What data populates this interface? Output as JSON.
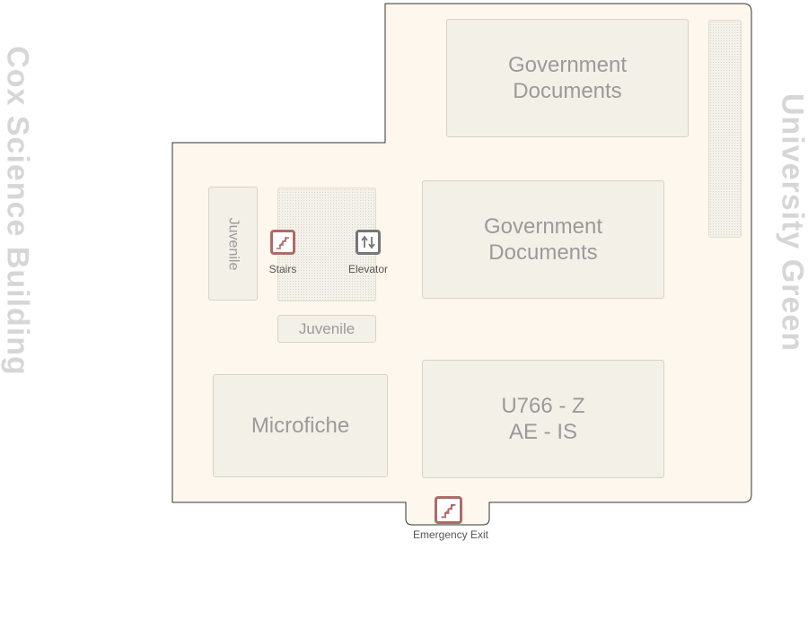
{
  "surroundings": {
    "west": "Cox Science Building",
    "east": "University Green"
  },
  "rooms": {
    "gov_docs_upper": "Government\nDocuments",
    "gov_docs_lower": "Government\nDocuments",
    "juvenile_vertical": "Juvenile",
    "juvenile_horizontal": "Juvenile",
    "microfiche": "Microfiche",
    "call_range": "U766 - Z\nAE - IS"
  },
  "icons": {
    "stairs": {
      "label": "Stairs",
      "icon": "stairs-icon"
    },
    "elevator": {
      "label": "Elevator",
      "icon": "elevator-icon"
    },
    "emergency_exit": {
      "label": "Emergency Exit",
      "icon": "stairs-icon"
    }
  },
  "colors": {
    "floor_fill": "#fdf7ee",
    "room_fill": "#f3f0e8",
    "stairs": "#b06a66",
    "elevator": "#767676",
    "surroundings_text": "#d6d6d6"
  }
}
